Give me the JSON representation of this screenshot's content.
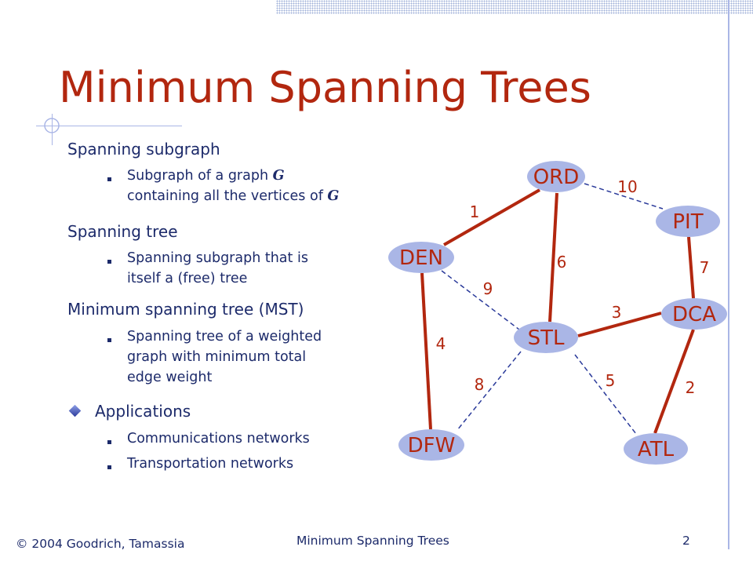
{
  "slide": {
    "title": "Minimum Spanning Trees",
    "bullets": [
      {
        "text": "Spanning subgraph",
        "subs": [
          {
            "lines": [
              [
                "Subgraph of a graph ",
                {
                  "v": "G"
                }
              ],
              [
                "containing all the vertices of ",
                {
                  "v": "G"
                }
              ]
            ]
          }
        ]
      },
      {
        "text": "Spanning tree",
        "subs": [
          {
            "lines": [
              [
                "Spanning subgraph that is"
              ],
              [
                "itself a (free) tree"
              ]
            ]
          }
        ]
      },
      {
        "text": "Minimum spanning tree (MST)",
        "subs": [
          {
            "lines": [
              [
                "Spanning tree of a weighted"
              ],
              [
                "graph with minimum total"
              ],
              [
                "edge weight"
              ]
            ]
          }
        ]
      },
      {
        "text": "Applications",
        "marker": "diamond-bullet-icon",
        "subs": [
          {
            "lines": [
              [
                "Communications networks"
              ]
            ]
          },
          {
            "lines": [
              [
                "Transportation networks"
              ]
            ]
          }
        ]
      }
    ],
    "footer": {
      "copyright": "© 2004 Goodrich, Tamassia",
      "center": "Minimum Spanning Trees",
      "page": "2"
    }
  },
  "graph": {
    "nodes": [
      {
        "id": "ORD",
        "label": "ORD"
      },
      {
        "id": "PIT",
        "label": "PIT"
      },
      {
        "id": "DEN",
        "label": "DEN"
      },
      {
        "id": "STL",
        "label": "STL"
      },
      {
        "id": "DCA",
        "label": "DCA"
      },
      {
        "id": "DFW",
        "label": "DFW"
      },
      {
        "id": "ATL",
        "label": "ATL"
      }
    ],
    "edges": [
      {
        "from": "ORD",
        "to": "DEN",
        "weight": "1",
        "in_mst": true
      },
      {
        "from": "ORD",
        "to": "PIT",
        "weight": "10",
        "in_mst": false
      },
      {
        "from": "ORD",
        "to": "STL",
        "weight": "6",
        "in_mst": true
      },
      {
        "from": "PIT",
        "to": "DCA",
        "weight": "7",
        "in_mst": true
      },
      {
        "from": "DEN",
        "to": "STL",
        "weight": "9",
        "in_mst": false
      },
      {
        "from": "DEN",
        "to": "DFW",
        "weight": "4",
        "in_mst": true
      },
      {
        "from": "STL",
        "to": "DCA",
        "weight": "3",
        "in_mst": true
      },
      {
        "from": "STL",
        "to": "DFW",
        "weight": "8",
        "in_mst": false
      },
      {
        "from": "STL",
        "to": "ATL",
        "weight": "5",
        "in_mst": false
      },
      {
        "from": "DCA",
        "to": "ATL",
        "weight": "2",
        "in_mst": true
      }
    ],
    "colors": {
      "node_fill": "#aab6e6",
      "node_text": "#b2270f",
      "mst_edge": "#b2270f",
      "non_mst_edge": "#2a3a9a",
      "weight_text": "#b2270f"
    }
  }
}
